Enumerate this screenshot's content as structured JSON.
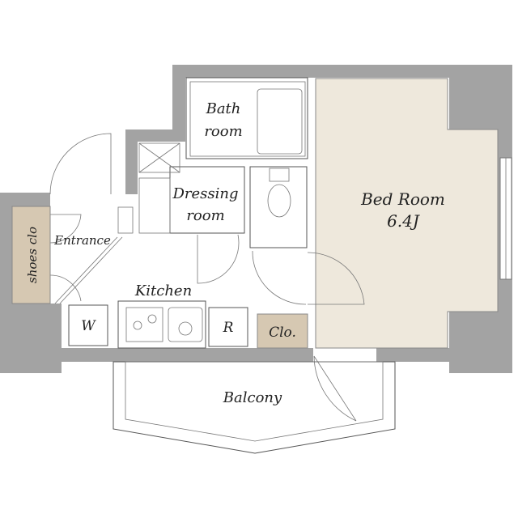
{
  "rooms": {
    "bath": {
      "line1": "Bath",
      "line2": "room"
    },
    "dressing": {
      "line1": "Dressing",
      "line2": "room"
    },
    "bedroom": {
      "line1": "Bed Room",
      "line2": "6.4J"
    },
    "entrance": "Entrance",
    "shoes_closet": "shoes clo",
    "kitchen": "Kitchen",
    "washer": "W",
    "refrigerator": "R",
    "closet": "Clo.",
    "balcony": "Balcony"
  },
  "colors": {
    "wall": "#a3a3a3",
    "bedroom_floor": "#eee8dc",
    "closet_fill": "#d6c8b2"
  }
}
